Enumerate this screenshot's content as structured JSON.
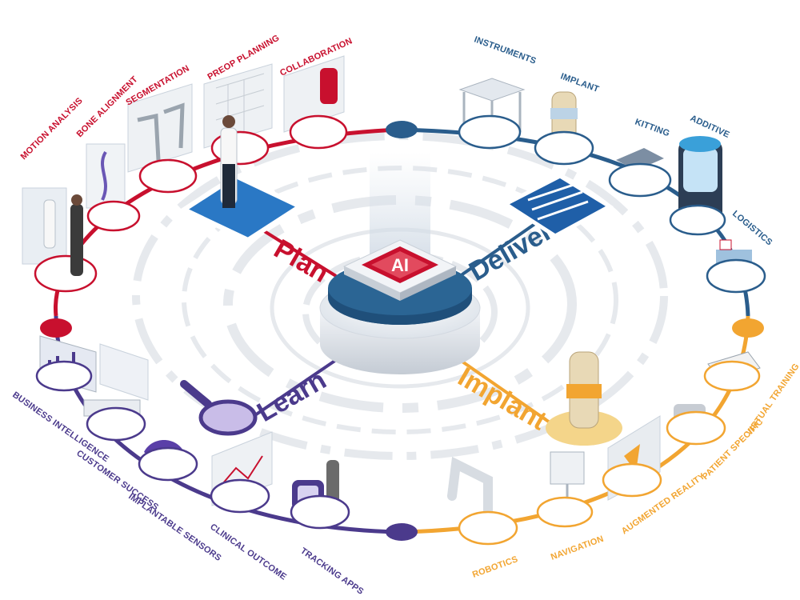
{
  "center": {
    "chip_label": "AI"
  },
  "colors": {
    "plan": "#c8102e",
    "deliver": "#2a5d8c",
    "implant": "#f2a531",
    "learn": "#4b3a8c"
  },
  "quadrants": {
    "plan": {
      "title": "Plan",
      "items": [
        "MOTION ANALYSIS",
        "BONE ALIGNMENT",
        "SEGMENTATION",
        "PREOP PLANNING",
        "COLLABORATION"
      ]
    },
    "deliver": {
      "title": "Deliver",
      "items": [
        "INSTRUMENTS",
        "IMPLANT",
        "KITTING",
        "ADDITIVE",
        "LOGISTICS"
      ]
    },
    "implant": {
      "title": "Implant",
      "items": [
        "VIRTUAL TRAINING",
        "PATIENT SPECIFIC",
        "AUGMENTED REALITY",
        "NAVIGATION",
        "ROBOTICS"
      ]
    },
    "learn": {
      "title": "Learn",
      "items": [
        "BUSINESS INTELLIGENCE",
        "CUSTOMER SUCCESS",
        "IMPLANTABLE SENSORS",
        "CLINICAL OUTCOME",
        "TRACKING APPS"
      ]
    }
  }
}
